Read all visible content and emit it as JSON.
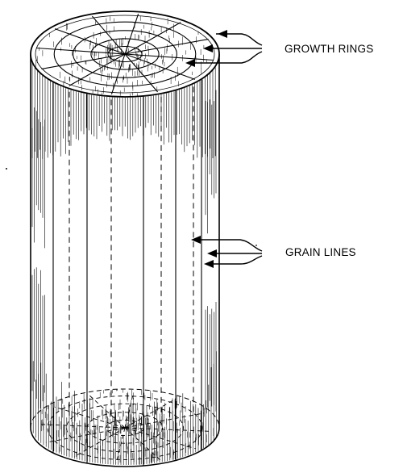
{
  "labels": {
    "growth_rings": "GROWTH RINGS",
    "grain_lines": "GRAIN LINES"
  },
  "colors": {
    "ink": "#000000",
    "paper": "#ffffff"
  },
  "icons": {
    "callout_arrow": "arrowhead"
  }
}
